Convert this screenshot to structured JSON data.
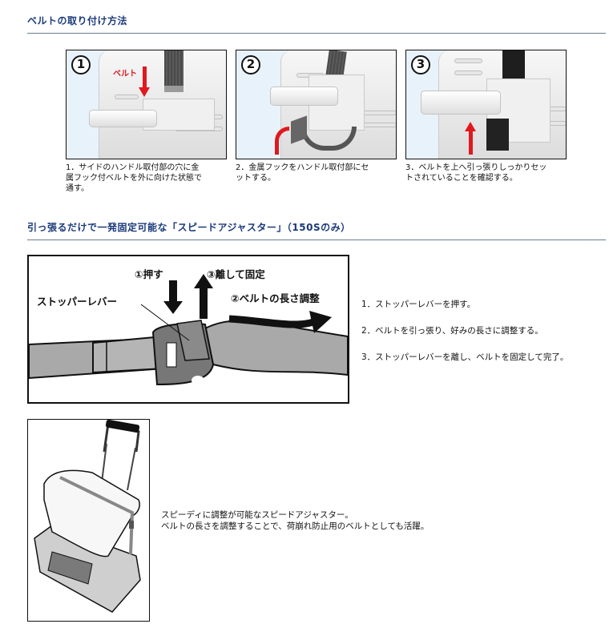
{
  "section1": {
    "title": "ベルトの取り付け方法",
    "steps": [
      {
        "number": "1",
        "photo_label": "ベルト",
        "caption_lines": [
          "1．サイドのハンドル取付部の穴に金",
          "属フック付ベルトを外に向けた状態で",
          "通す。"
        ]
      },
      {
        "number": "2",
        "caption_lines": [
          "2．金属フックをハンドル取付部にセ",
          "ットする。"
        ]
      },
      {
        "number": "3",
        "caption_lines": [
          "3．ベルトを上へ引っ張りしっかりセッ",
          "トされていることを確認する。"
        ]
      }
    ]
  },
  "section2": {
    "title": "引っ張るだけで一発固定可能な「スピードアジャスター」（150Sのみ）",
    "diagram": {
      "label_push": "①押す",
      "label_release": "③離して固定",
      "label_adjust": "②ベルトの長さ調整",
      "label_lever": "ストッパーレバー"
    },
    "instructions": [
      "1．ストッパーレバーを押す。",
      "2．ベルトを引っ張り、好みの長さに調整する。",
      "3．ストッパーレバーを離し、ベルトを固定して完了。"
    ],
    "description": [
      "スピーディに調整が可能なスピードアジャスター。",
      "ベルトの長さを調整することで、荷崩れ防止用のベルトとしても活躍。"
    ]
  },
  "colors": {
    "heading": "#1b3a7a",
    "rule": "#6a7e8c",
    "accent_red": "#e0191e"
  }
}
